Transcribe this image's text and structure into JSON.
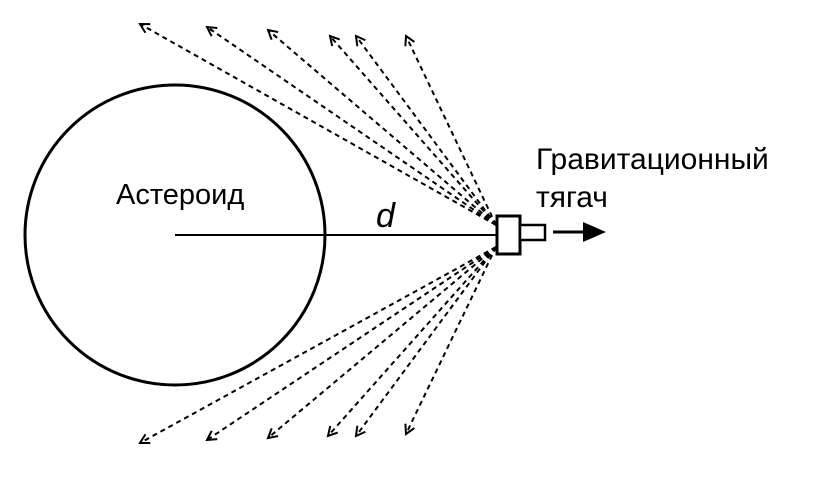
{
  "labels": {
    "asteroid": "Астероид",
    "distance": "d",
    "tug_line1": "Гравитационный",
    "tug_line2": "тягач"
  },
  "colors": {
    "ink": "#000000",
    "background": "#ffffff"
  },
  "exhaust_plumes": {
    "upper_count": 6,
    "lower_count": 6
  }
}
